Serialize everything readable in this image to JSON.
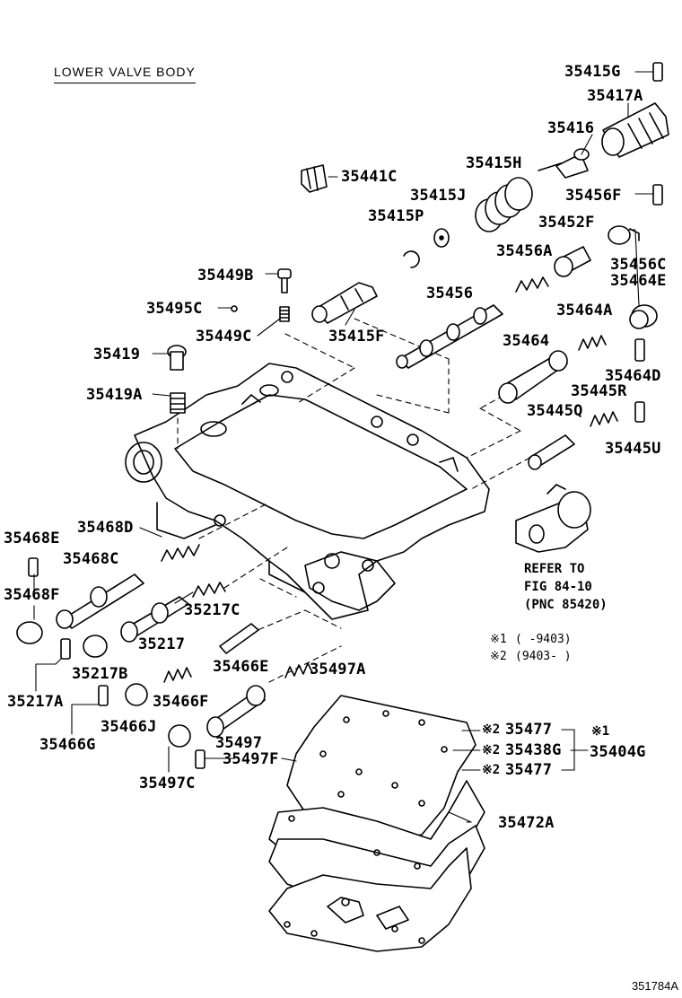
{
  "title": "LOWER VALVE BODY",
  "figure_id": "351784A",
  "refer": {
    "line1": "REFER TO",
    "line2": "FIG 84-10",
    "line3": "(PNC 85420)"
  },
  "legend": {
    "l1_mark": "※1",
    "l1_range": "(    -9403)",
    "l2_mark": "※2",
    "l2_range": "(9403-    )"
  },
  "parts": {
    "p35415G": "35415G",
    "p35417A": "35417A",
    "p35416": "35416",
    "p35441C": "35441C",
    "p35415H": "35415H",
    "p35415J": "35415J",
    "p35456F": "35456F",
    "p35415P": "35415P",
    "p35452F": "35452F",
    "p35456A": "35456A",
    "p35456C": "35456C",
    "p35449B": "35449B",
    "p35464E": "35464E",
    "p35495C": "35495C",
    "p35456": "35456",
    "p35464A": "35464A",
    "p35449C": "35449C",
    "p35415F": "35415F",
    "p35419": "35419",
    "p35464": "35464",
    "p35464D": "35464D",
    "p35445R": "35445R",
    "p35419A": "35419A",
    "p35445Q": "35445Q",
    "p35445U": "35445U",
    "p35468E": "35468E",
    "p35468D": "35468D",
    "p35468C": "35468C",
    "p35468F": "35468F",
    "p35217C": "35217C",
    "p35217": "35217",
    "p35466E": "35466E",
    "p35497A": "35497A",
    "p35217B": "35217B",
    "p35217A": "35217A",
    "p35466F": "35466F",
    "p35466J": "35466J",
    "p35466G": "35466G",
    "p35497": "35497",
    "p35497F": "35497F",
    "p35497C": "35497C",
    "p35477a": "35477",
    "p35438G": "35438G",
    "p35477b": "35477",
    "p35404G": "35404G",
    "p35472A": "35472A",
    "mark2a": "※2",
    "mark2b": "※2",
    "mark2c": "※2",
    "mark1": "※1"
  }
}
